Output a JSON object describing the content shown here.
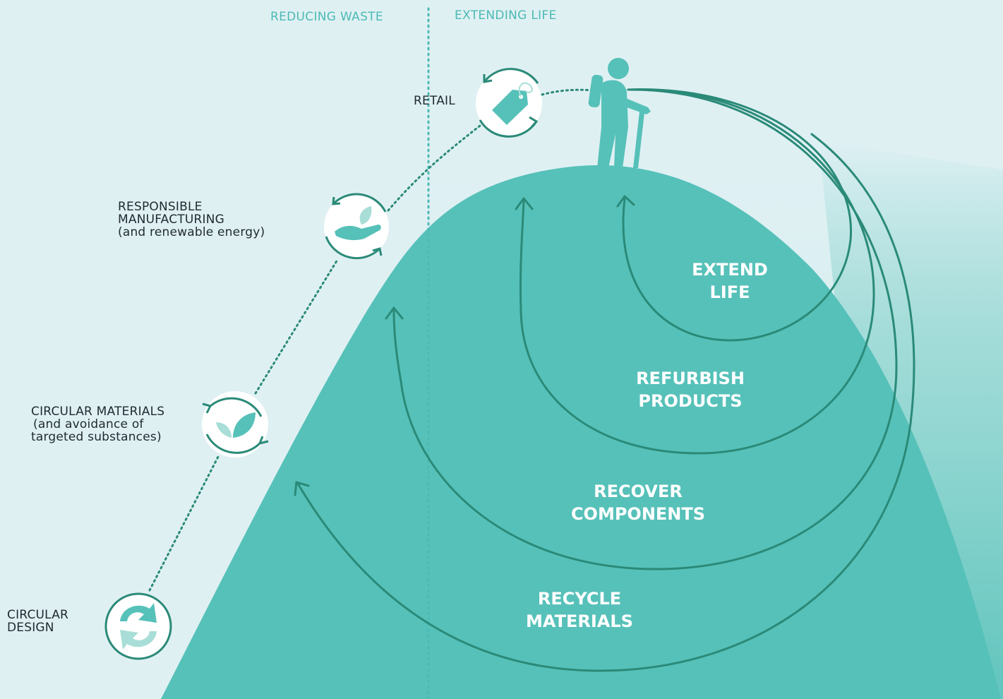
{
  "header": {
    "left": "REDUCING WASTE",
    "right": "EXTENDING LIFE"
  },
  "stages": {
    "retail": "RETAIL",
    "manufacturing": [
      "RESPONSIBLE",
      "MANUFACTURING",
      "(and renewable energy)"
    ],
    "materials": [
      "CIRCULAR MATERIALS",
      "(and avoidance of",
      "targeted substances)"
    ],
    "design": [
      "CIRCULAR",
      "DESIGN"
    ]
  },
  "loops": {
    "extend": [
      "EXTEND",
      "LIFE"
    ],
    "refurbish": [
      "REFURBISH",
      "PRODUCTS"
    ],
    "recover": [
      "RECOVER",
      "COMPONENTS"
    ],
    "recycle": [
      "RECYCLE",
      "MATERIALS"
    ]
  },
  "icons": {
    "design": "circular-arrows-icon",
    "materials": "leaves-icon",
    "manufacturing": "hand-leaf-icon",
    "retail": "price-tag-icon",
    "user": "hiker-icon"
  },
  "colors": {
    "background": "#dff0f3",
    "hill": "#56c1b9",
    "loop_stroke": "#2a8a78",
    "header_text": "#4cbab4",
    "text_dark": "#1f2a30"
  }
}
